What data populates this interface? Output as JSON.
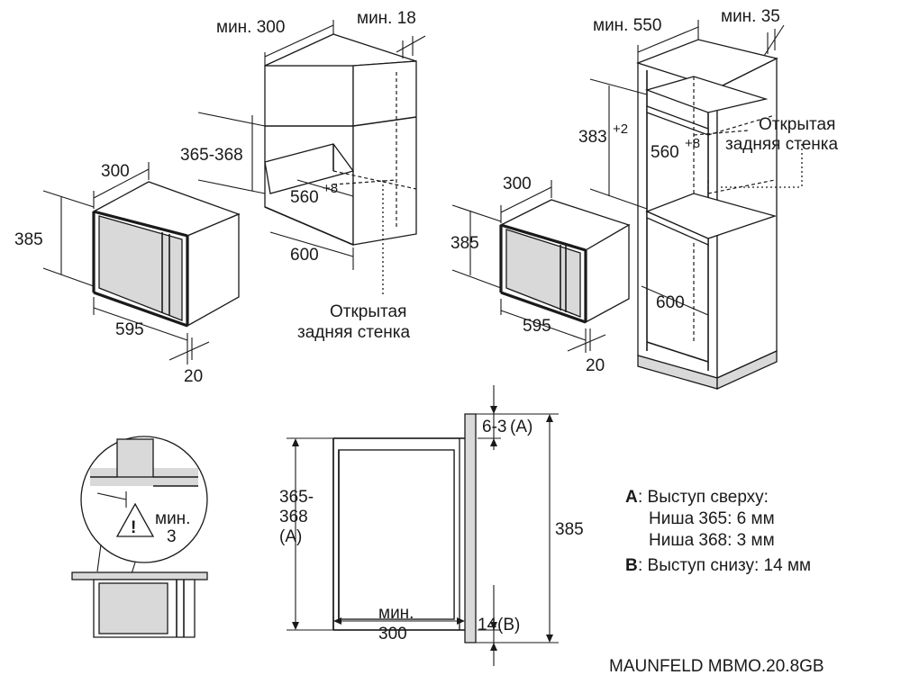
{
  "labels": {
    "min300_top": "мин. 300",
    "min18": "мин. 18",
    "min550": "мин. 550",
    "min35": "мин. 35",
    "d365_368": "365-368",
    "d560_a": "560",
    "sup8_a": "+8",
    "d600_a": "600",
    "open_back_1": "Открытая",
    "open_back_2": "задняя стенка",
    "d300_a": "300",
    "d385_a": "385",
    "d595_a": "595",
    "d20_a": "20",
    "d383": "383",
    "sup2": "+2",
    "d560_b": "560",
    "sup8_b": "+8",
    "open_back_r1": "Открытая",
    "open_back_r2": "задняя стенка",
    "d300_b": "300",
    "d385_b": "385",
    "d595_b": "595",
    "d20_b": "20",
    "d600_b": "600",
    "min3_1": "мин.",
    "min3_2": "3",
    "warn": "!",
    "s365": "365-",
    "s368": "368",
    "sA": "(A)",
    "s6_3": "6-3",
    "s6_3A": "(A)",
    "s385": "385",
    "s14": "14",
    "s14B": "(B)",
    "smin": "мин.",
    "s300": "300",
    "legend_A_key": "A",
    "legend_A_text": ": Выступ сверху:",
    "legend_A_l1": "Ниша 365: 6 мм",
    "legend_A_l2": "Ниша 368: 3 мм",
    "legend_B_key": "B",
    "legend_B_text": ": Выступ снизу: 14 мм",
    "model": "MAUNFELD MBMO.20.8GB"
  }
}
